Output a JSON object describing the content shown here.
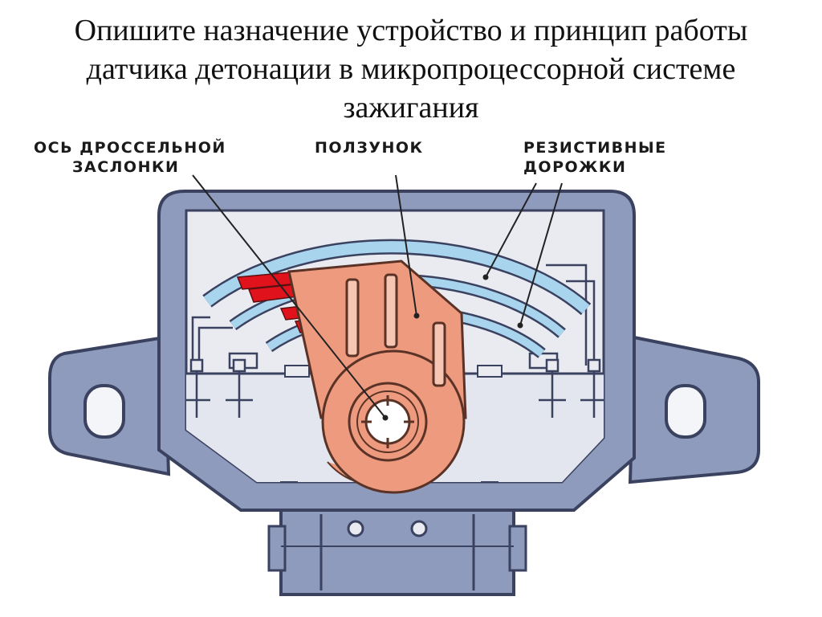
{
  "title": {
    "line1": "Опишите назначение устройство и принцип работы",
    "line2": "датчика детонации в микропроцессорной системе",
    "line3": "зажигания"
  },
  "labels": {
    "throttle_axis": [
      "ОСЬ ДРОССЕЛЬНОЙ",
      "ЗАСЛОНКИ"
    ],
    "slider": [
      "ПОЛЗУНОК"
    ],
    "resistive_tracks": [
      "РЕЗИСТИВНЫЕ",
      "ДОРОЖКИ"
    ]
  },
  "colors": {
    "housing": "#8f9bbd",
    "housing_outline": "#3a4260",
    "interior": "#e9ebf1",
    "tracks": "#a9d4ee",
    "contacts": "#e0121c",
    "slider": "#ee9a7f",
    "slider_outline": "#5a3326"
  }
}
